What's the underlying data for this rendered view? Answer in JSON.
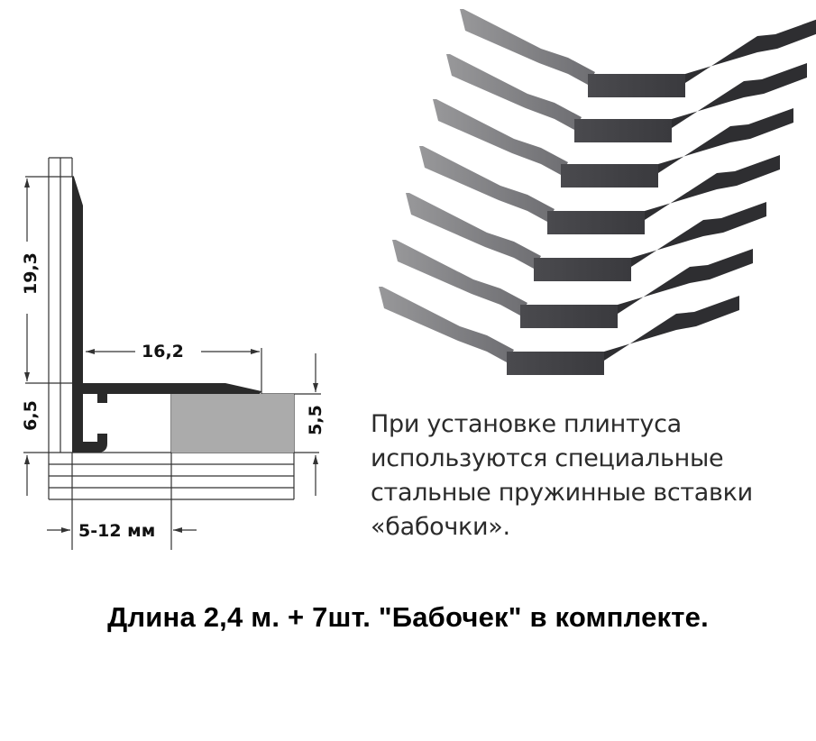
{
  "drawing": {
    "title": "Plinth profile cross-section",
    "dimensions": {
      "height_upper": "19,3",
      "height_lower": "6,5",
      "lip_width": "16,2",
      "floor_height": "5,5",
      "gap_range": "5-12 мм"
    },
    "colors": {
      "profile": "#2a2a2a",
      "floor_block": "#ababab",
      "lines": "#333333"
    }
  },
  "springs": {
    "count": 7,
    "label": "Spring steel 'butterfly' inserts",
    "colors": {
      "light": "#8a8a8c",
      "dark": "#3a3a3d",
      "darkest": "#2a2a2c"
    }
  },
  "description": {
    "lines": [
      "При установке плинтуса",
      "используются специальные",
      "стальные пружинные вставки",
      "«бабочки»."
    ]
  },
  "footer": {
    "text": "Длина 2,4 м. + 7шт. \"Бабочек\" в комплекте."
  }
}
